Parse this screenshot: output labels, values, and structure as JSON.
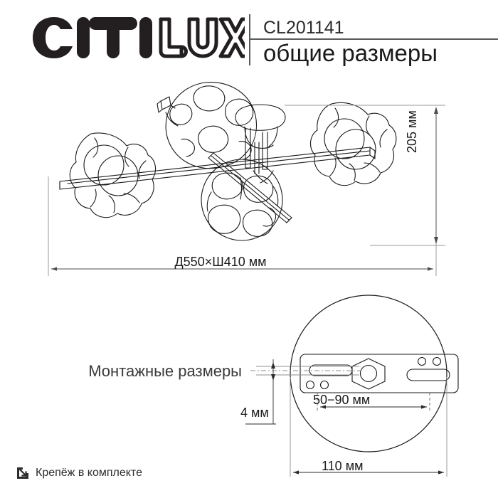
{
  "header": {
    "brand": "CITILUX",
    "brand_solid_part": "CITI",
    "brand_outline_part": "LUX",
    "product_code": "CL201141",
    "subtitle": "общие размеры"
  },
  "main_drawing": {
    "name": "ceiling-lamp-four-globe-assembly",
    "overall_dimension_label": "Д550×Ш410 мм",
    "height_dimension_label": "205 мм",
    "globe_count": 4
  },
  "mounting_drawing": {
    "title": "Монтажные размеры",
    "plate_diameter_label": "110 мм",
    "bracket_span_label": "50−90 мм",
    "thickness_label": "4 мм"
  },
  "footer": {
    "note": "Крепёж в комплекте",
    "icon": "arrow-into-box-icon"
  },
  "colors": {
    "line": "#1a1a1a",
    "dim_line": "#4d4d4d",
    "divider": "#58595b",
    "text": "#1a1a1a",
    "subtitle_text": "#3a3a3a"
  }
}
